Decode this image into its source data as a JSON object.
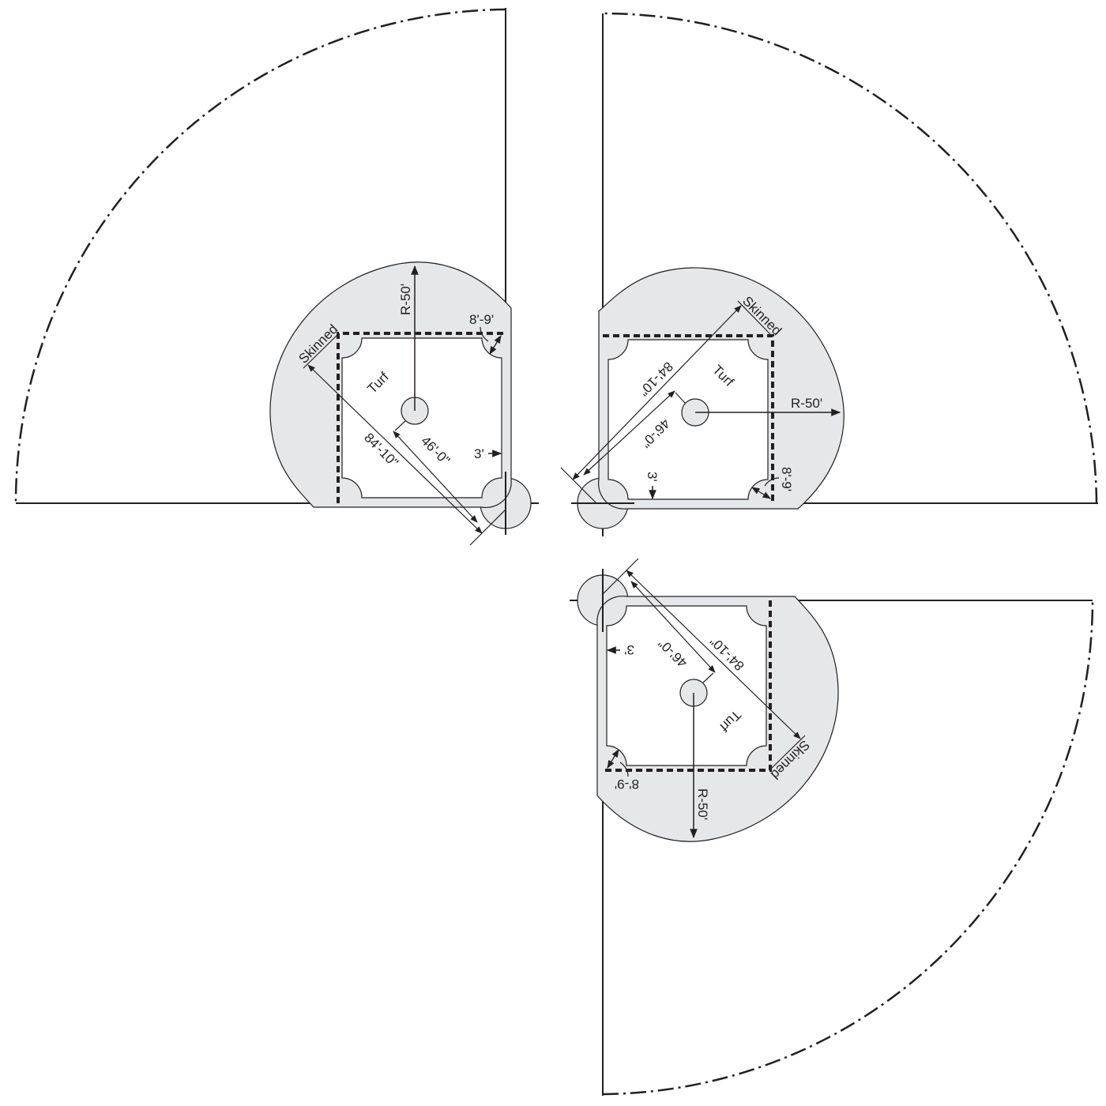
{
  "labels": {
    "skinned": "Skinned",
    "turf": "Turf",
    "radius": "R-50'",
    "diagonal_long": "84'-10\"",
    "diagonal_short": "46'-0\"",
    "offset": "3'",
    "corner": "8'-9'"
  },
  "colors": {
    "skinned_fill": "#e6e7e8",
    "line": "#231f20",
    "turf_fill": "#ffffff"
  }
}
